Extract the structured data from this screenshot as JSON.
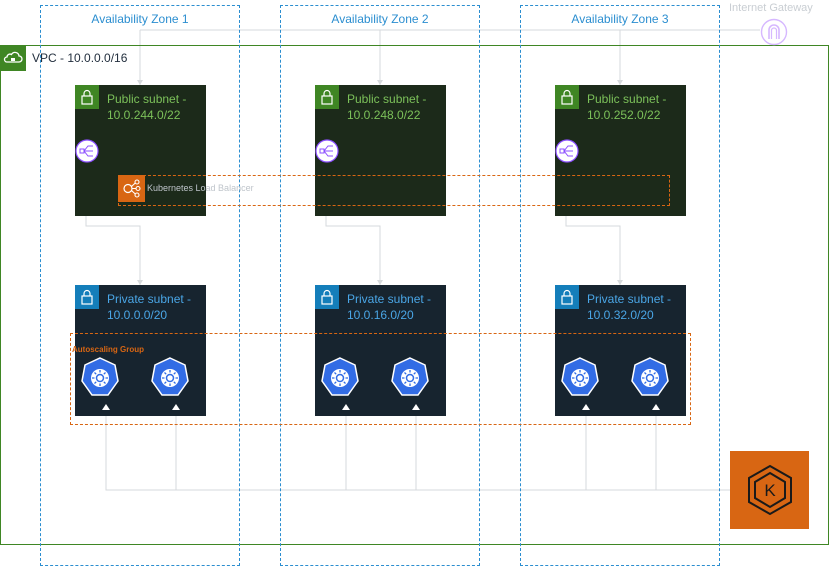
{
  "vpc": {
    "label": "VPC - 10.0.0.0/16",
    "color": "#3f8624"
  },
  "zones": [
    {
      "label": "Availability Zone 1"
    },
    {
      "label": "Availability Zone 2"
    },
    {
      "label": "Availability Zone 3"
    }
  ],
  "public_subnets": [
    {
      "line1": "Public subnet -",
      "line2": "10.0.244.0/22"
    },
    {
      "line1": "Public subnet -",
      "line2": "10.0.248.0/22"
    },
    {
      "line1": "Public subnet -",
      "line2": "10.0.252.0/22"
    }
  ],
  "private_subnets": [
    {
      "line1": "Private subnet -",
      "line2": "10.0.0.0/20"
    },
    {
      "line1": "Private subnet -",
      "line2": "10.0.16.0/20"
    },
    {
      "line1": "Private subnet -",
      "line2": "10.0.32.0/20"
    }
  ],
  "load_balancer": {
    "label": "Kubernetes Load Balancer"
  },
  "autoscaling_group": {
    "label": "Autoscaling Group"
  },
  "internet_gateway": {
    "label": "Internet Gateway",
    "icon": "internet-gateway-icon"
  },
  "eks": {
    "icon": "eks-kubernetes-icon"
  },
  "colors": {
    "zone_border": "#2b8ed0",
    "accent_orange": "#d86613",
    "public_green": "#3f8624",
    "private_blue": "#147eba",
    "nlb_purple": "#8c4fff"
  }
}
